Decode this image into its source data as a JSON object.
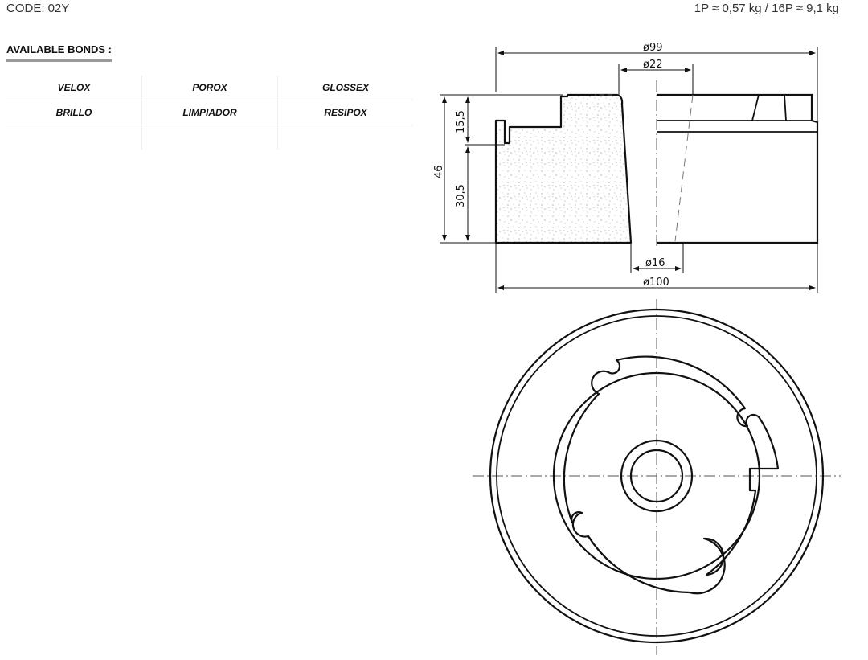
{
  "header": {
    "code": "CODE: 02Y",
    "weight": "1P ≈ 0,57 kg / 16P ≈ 9,1 kg"
  },
  "bonds": {
    "title": "AVAILABLE BONDS :",
    "rows": [
      [
        "VELOX",
        "POROX",
        "GLOSSEX"
      ],
      [
        "BRILLO",
        "LIMPIADOR",
        "RESIPOX"
      ],
      [
        "",
        "",
        ""
      ]
    ]
  },
  "drawing": {
    "dims": {
      "d99": "ø99",
      "d22": "ø22",
      "d16": "ø16",
      "d100": "ø100",
      "h15_5": "15,5",
      "h46": "46",
      "h30_5": "30,5"
    }
  }
}
